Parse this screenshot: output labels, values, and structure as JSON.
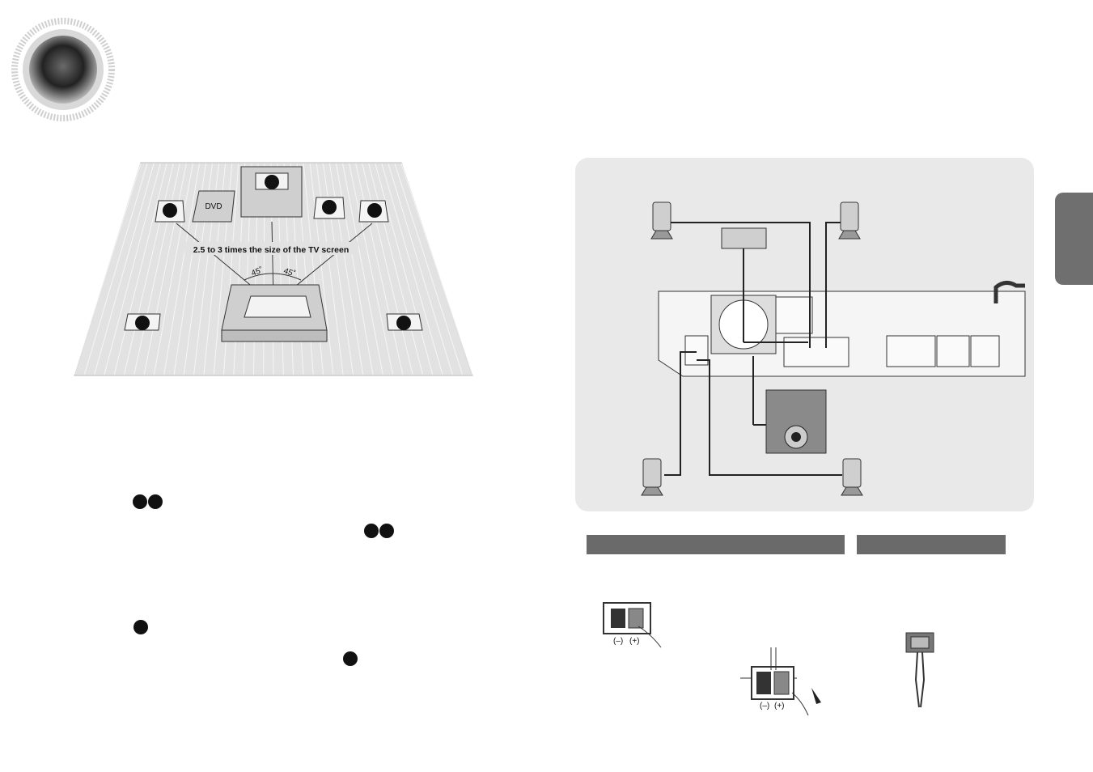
{
  "room_diagram": {
    "dvd_label": "DVD",
    "distance_text": "2.5 to 3 times the size of the TV screen",
    "angle_left": "45˚",
    "angle_right": "45˚"
  },
  "terminals": {
    "minus_label": "(–)",
    "plus_label": "(+)"
  },
  "colors": {
    "panel_bg": "#e9e9e9",
    "bar": "#6a6a6a",
    "ink": "#111111"
  }
}
